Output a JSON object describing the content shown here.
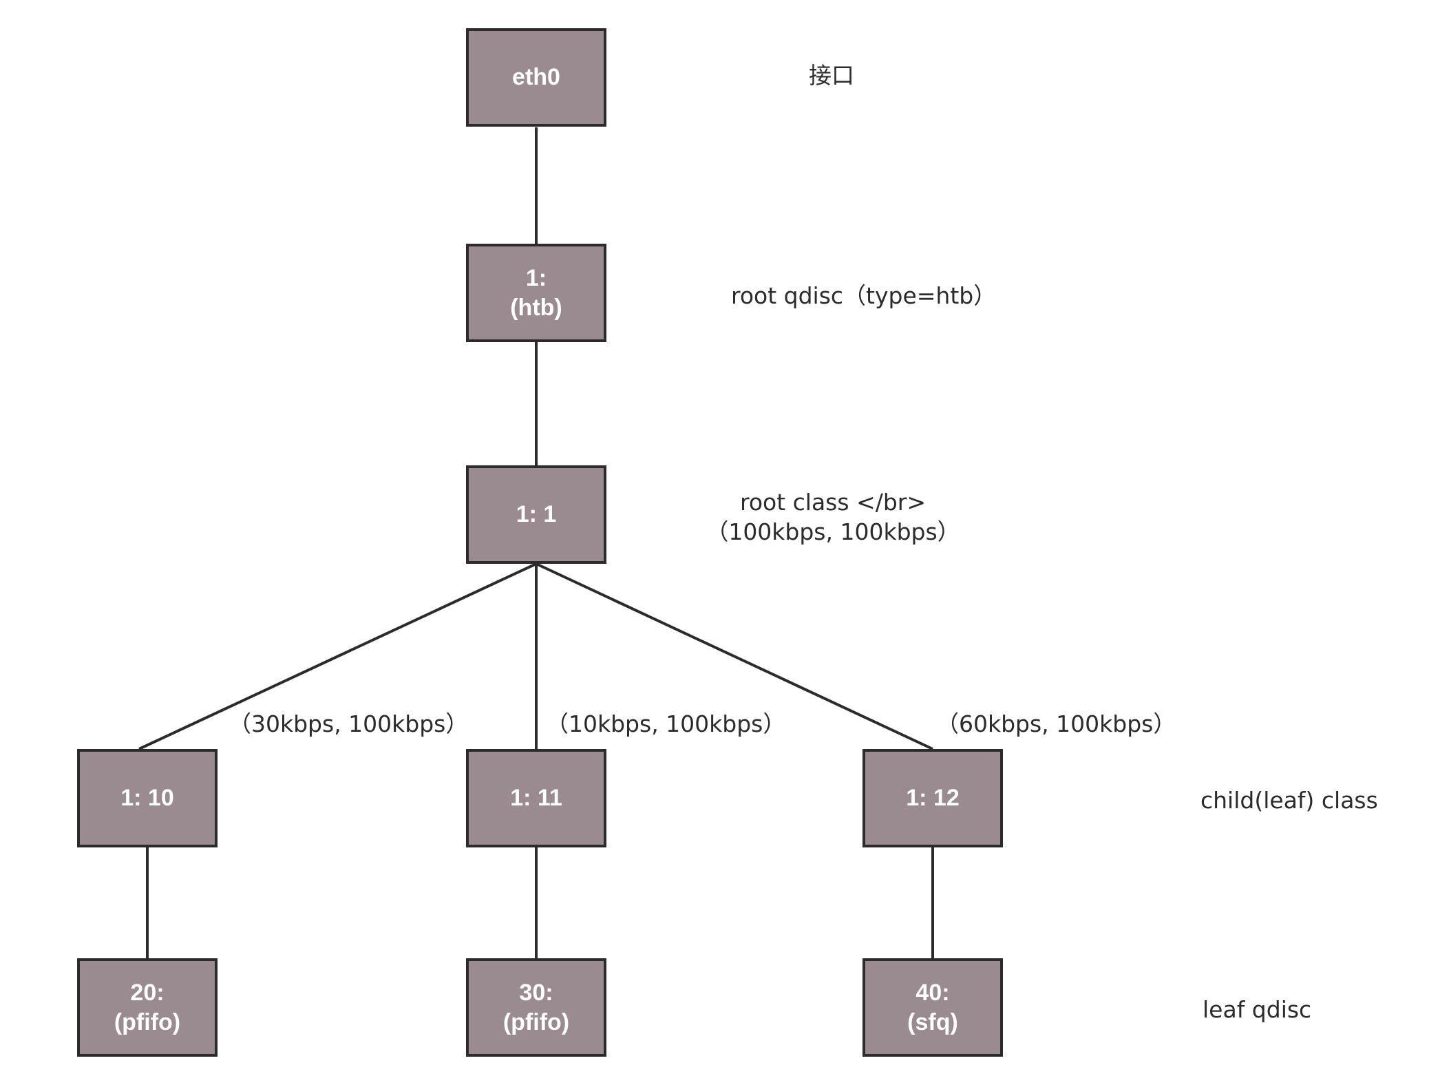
{
  "nodes": {
    "eth0": {
      "lines": [
        "eth0"
      ]
    },
    "root_qdisc": {
      "lines": [
        "1:",
        "(htb)"
      ]
    },
    "root_class": {
      "lines": [
        "1: 1"
      ]
    },
    "class_1_10": {
      "lines": [
        "1: 10"
      ]
    },
    "class_1_11": {
      "lines": [
        "1: 11"
      ]
    },
    "class_1_12": {
      "lines": [
        "1: 12"
      ]
    },
    "qdisc_20": {
      "lines": [
        "20:",
        "(pfifo)"
      ]
    },
    "qdisc_30": {
      "lines": [
        "30:",
        "(pfifo)"
      ]
    },
    "qdisc_40": {
      "lines": [
        "40:",
        "(sfq)"
      ]
    }
  },
  "level_labels": {
    "interface": "接口",
    "root_qdisc": "root qdisc（type=htb）",
    "root_class_line1": "root class </br>",
    "root_class_line2": "（100kbps, 100kbps）",
    "child_class": "child(leaf) class",
    "leaf_qdisc": "leaf qdisc"
  },
  "edge_labels": {
    "to_1_10": "（30kbps, 100kbps）",
    "to_1_11": "（10kbps, 100kbps）",
    "to_1_12": "（60kbps, 100kbps）"
  },
  "colors": {
    "node_fill": "#9a8b90",
    "node_border": "#2b2b2b",
    "node_text": "#ffffff",
    "line": "#2b2b2b",
    "label_text": "#2b2b2b"
  }
}
